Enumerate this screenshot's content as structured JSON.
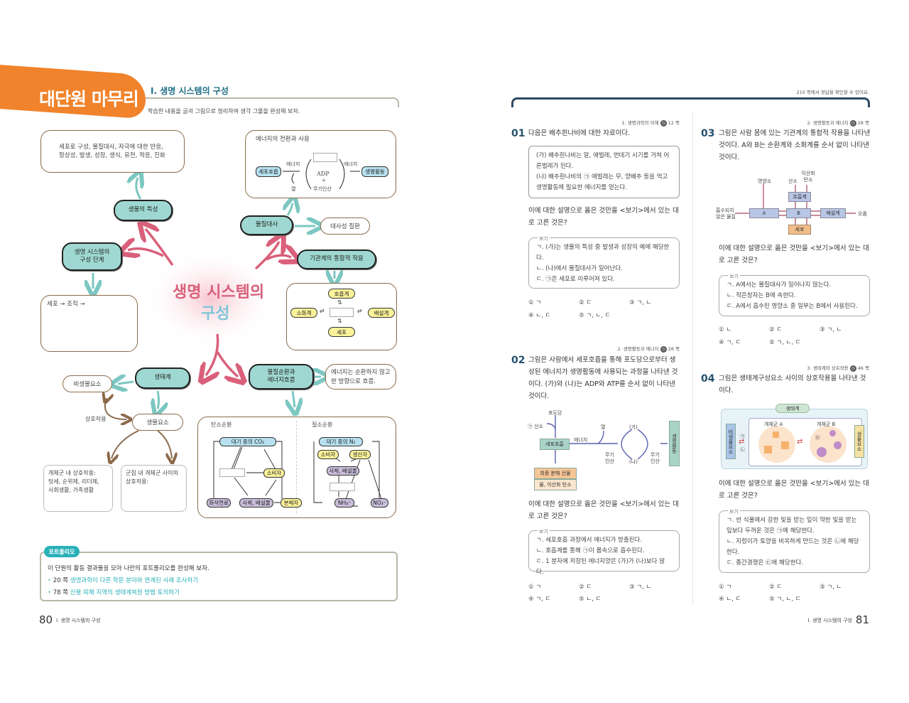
{
  "left": {
    "banner": "대단원 마무리",
    "unit_title": "Ⅰ. 생명 시스템의 구성",
    "subtitle": "학습한 내용을 글과 그림으로 정리하여 생각 그물을 완성해 보자.",
    "center_title_1": "생명 시스템의",
    "center_title_2": "구성",
    "characteristics_text_1": "세포로 구성, 물질대사, 자극에 대한 반응,",
    "characteristics_text_2": "항상성, 발생, 성장, 생식, 유전, 적응, 진화",
    "energy_box": {
      "title": "에너지의 전환과 사용",
      "cell_resp": "세포호흡",
      "energy1": "에너지",
      "energy2": "에너지",
      "heat": "열",
      "adp": "ADP",
      "plus": "+",
      "pi": "무기인산",
      "life": "생명활동"
    },
    "node_characteristics": "생물의 특성",
    "node_metabolism": "물질대사",
    "node_metabolic_disease": "대사성 질환",
    "node_levels_1": "생명 시스템의",
    "node_levels_2": "구성 단계",
    "node_integration": "기관계의 통합적 작용",
    "systems": {
      "resp": "호흡계",
      "digest": "소화계",
      "excrete": "배설계",
      "cell": "세포"
    },
    "levels_box": "세포 → 조직 →",
    "node_ecosystem": "생태계",
    "node_cycle_1": "물질순환과",
    "node_cycle_2": "에너지흐름",
    "energy_note_1": "에너지는 순환하지 않고",
    "energy_note_2": "한 방향으로 흐름.",
    "abiotic": "비생물요소",
    "interaction": "상호작용",
    "biotic": "생물요소",
    "pop_box_1": "개체군 내 상호작용:",
    "pop_box_2": "텃세, 순위제, 리더제,",
    "pop_box_3": "사회생활, 가족생활",
    "comm_box_1": "군집 내 개체군 사이의",
    "comm_box_2": "상호작용:",
    "carbon": {
      "title": "탄소순환",
      "co2": "대기 중의 CO₂",
      "consumer": "소비자",
      "fossil": "화석연료",
      "dead": "사체, 배설물",
      "decomposer": "분해자"
    },
    "nitrogen": {
      "title": "질소순환",
      "n2": "대기 중의 N₂",
      "consumer": "소비자",
      "producer": "생산자",
      "dead": "사체, 배설물",
      "nh4": "NH₄⁺",
      "no3": "NO₃⁻"
    },
    "portfolio": {
      "tag": "포트폴리오",
      "intro": "이 단원의 활동 결과물을 모아 나만의 포트폴리오를 완성해 보자.",
      "items": [
        {
          "page": "20 쪽",
          "text": "생명과학이 다른 학문 분야와 연계된 사례 조사하기"
        },
        {
          "page": "78 쪽",
          "text": "산불 피해 지역의 생태계복원 방법 토의하기"
        }
      ]
    },
    "page_number": "80",
    "footer_title": "Ⅰ. 생명 시스템의 구성"
  },
  "right": {
    "answer_note": "210 쪽에서 정답을 확인할 수 있어요.",
    "q1": {
      "num": "01",
      "src": "1. 생명과학의 이해",
      "src_page": "12 쪽",
      "stem": "다음은 배추흰나비에 대한 자료이다.",
      "panel": [
        "(가) 배추흰나비는 알, 애벌레, 번데기 시기를 거쳐 어른벌레가 된다.",
        "(나) 배추흰나비의 ㉠ 애벌레는 무, 양배추 등을 먹고 생명활동에 필요한 에너지를 얻는다."
      ],
      "ask": "이에 대한 설명으로 옳은 것만을 <보기>에서 있는 대로 고른 것은?",
      "bogi": [
        "ㄱ. (가)는 생물의 특성 중 발생과 성장의 예에 해당한다.",
        "ㄴ. (나)에서 물질대사가 일어난다.",
        "ㄷ. ㉠은 세포로 이루어져 있다."
      ],
      "choices": [
        "① ㄱ",
        "② ㄷ",
        "③ ㄱ, ㄴ",
        "④ ㄴ, ㄷ",
        "⑤ ㄱ, ㄴ, ㄷ"
      ]
    },
    "q2": {
      "num": "02",
      "src": "2. 생명활동과 에너지",
      "src_page": "28 쪽",
      "stem": "그림은 사람에서 세포호흡을 통해 포도당으로부터 생성된 에너지가 생명활동에 사용되는 과정을 나타낸 것이다. (가)와 (나)는 ADP와 ATP를 순서 없이 나타낸 것이다.",
      "diagram": {
        "glucose": "포도당",
        "oxygen": "㉠ 산소",
        "cell_resp": "세포호흡",
        "energy": "에너지",
        "heat": "열",
        "ga": "(가)",
        "na": "(나)",
        "pi1": "무기 인산",
        "pi2": "무기 인산",
        "life": "생명활동",
        "final": "최종 분해 산물",
        "final_items": "물, 이산화 탄소"
      },
      "ask": "이에 대한 설명으로 옳은 것만을 <보기>에서 있는 대로 고른 것은?",
      "bogi": [
        "ㄱ. 세포호흡 과정에서 에너지가 방출된다.",
        "ㄴ. 호흡계를 통해 ㉠이 몸속으로 흡수된다.",
        "ㄷ. 1 분자에 저장된 에너지양은 (가)가 (나)보다 많다."
      ],
      "choices": [
        "① ㄱ",
        "② ㄷ",
        "③ ㄱ, ㄴ",
        "④ ㄱ, ㄷ",
        "⑤ ㄴ, ㄷ"
      ]
    },
    "q3": {
      "num": "03",
      "src": "2. 생명활동과 에너지",
      "src_page": "28 쪽",
      "stem": "그림은 사람 몸에 있는 기관계의 통합적 작용을 나타낸 것이다. A와 B는 순환계와 소화계를 순서 없이 나타낸 것이다.",
      "diagram": {
        "nutrients": "영양소",
        "oxygen": "산소",
        "co2": "이산화 탄소",
        "resp": "호흡계",
        "a": "A",
        "b": "B",
        "excrete": "배설계",
        "cell": "세포",
        "unabsorbed": "흡수되지 않은 물질",
        "urine": "오줌"
      },
      "ask": "이에 대한 설명으로 옳은 것만을 <보기>에서 있는 대로 고른 것은?",
      "bogi": [
        "ㄱ. A에서는 물질대사가 일어나지 않는다.",
        "ㄴ. 작은창자는 B에 속한다.",
        "ㄷ. A에서 흡수된 영양소 중 일부는 B에서 사용된다."
      ],
      "choices": [
        "① ㄴ",
        "② ㄷ",
        "③ ㄱ, ㄴ",
        "④ ㄱ, ㄷ",
        "⑤ ㄱ, ㄴ, ㄷ"
      ]
    },
    "q4": {
      "num": "04",
      "src": "3. 생태계와 상호작용",
      "src_page": "46 쪽",
      "stem": "그림은 생태계구성요소 사이의 상호작용을 나타낸 것이다.",
      "diagram": {
        "ecosystem": "생태계",
        "abiotic": "비생물요소",
        "biotic": "생물요소",
        "pop_a": "개체군 A",
        "pop_b": "개체군 B",
        "c1": "㉠",
        "c2": "㉡",
        "c3": "㉢"
      },
      "ask": "이에 대한 설명으로 옳은 것만을 <보기>에서 있는 대로 고른 것은?",
      "bogi": [
        "ㄱ. 한 식물에서 강한 빛을 받는 잎이 약한 빛을 받는 잎보다 두꺼운 것은 ㉠에 해당한다.",
        "ㄴ. 지렁이가 토양을 비옥하게 만드는 것은 ㉡에 해당한다.",
        "ㄷ. 종간경쟁은 ㉢에 해당한다."
      ],
      "choices": [
        "① ㄱ",
        "② ㄷ",
        "③ ㄱ, ㄴ",
        "④ ㄴ, ㄷ",
        "⑤ ㄱ, ㄴ, ㄷ"
      ]
    },
    "bogi_label": "보기",
    "page_number": "81",
    "footer_title": "Ⅰ. 생명 시스템의 구성"
  },
  "colors": {
    "orange": "#f0832b",
    "teal": "#9fd8d2",
    "navy": "#25506e",
    "pink": "#d9607a",
    "portfolio": "#2ab0b8"
  }
}
